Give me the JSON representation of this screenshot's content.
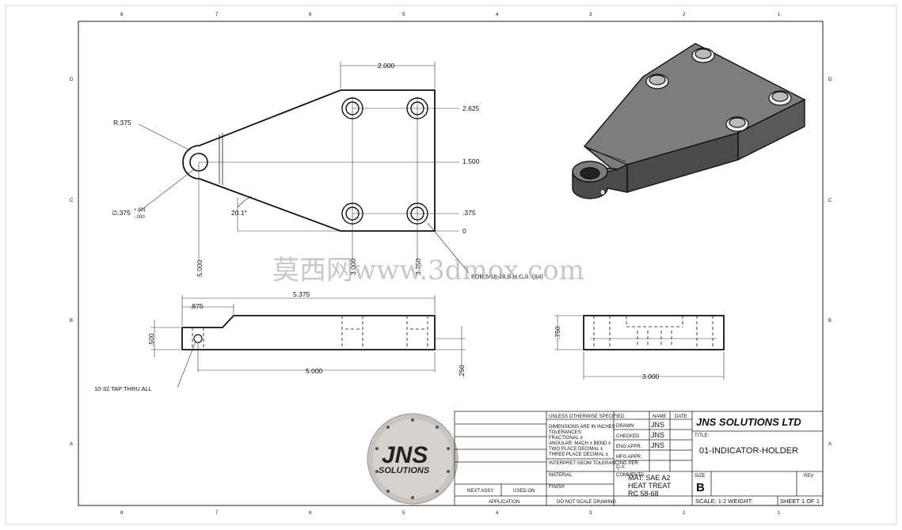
{
  "border": {
    "top_cols": [
      "8",
      "7",
      "6",
      "5",
      "4",
      "3",
      "2",
      "1"
    ],
    "side_rows": [
      "D",
      "C",
      "B",
      "A"
    ]
  },
  "dims": {
    "width_top": "2.000",
    "radius": "R.375",
    "y_2625": "2.625",
    "y_1500": "1.500",
    "y_375": ".375",
    "y_0": "0",
    "hole_dia": "∅.375",
    "hole_tol_plus": "+.001",
    "hole_tol_minus": "-.000",
    "angle": "20.1°",
    "x_5000_v": "5.000",
    "x_3000_v": "3.000",
    "x_3750_v": "3.750",
    "shcs_note": "FOR 5/16-18 S.H.C.S. (X4)",
    "front_overall": "5.375",
    "front_875": ".875",
    "front_500": ".500",
    "front_5000": "5.000",
    "front_250": ".250",
    "tap_note": "10-32 TAP THRU ALL",
    "side_750": ".750",
    "side_3000": "3.000"
  },
  "watermark": "莫西网www.3dmox.com",
  "logo": {
    "line1": "JNS",
    "line2": "SOLUTIONS"
  },
  "title_block": {
    "unless": "UNLESS OTHERWISE SPECIFIED:",
    "tol_lines": [
      "DIMENSIONS ARE IN INCHES",
      "TOLERANCES:",
      "FRACTIONAL ±",
      "ANGULAR: MACH ±  BEND ±",
      "TWO PLACE DECIMAL   ±",
      "THREE PLACE DECIMAL  ±"
    ],
    "interpret": "INTERPRET GEOM TOLERANCING PER:",
    "material": "MATERIAL",
    "finish": "FINISH",
    "next_assy": "NEXT ASSY",
    "used_on": "USED ON",
    "application": "APPLICATION",
    "do_not_scale": "DO NOT SCALE DRAWING",
    "col_name": "NAME",
    "col_date": "DATE",
    "drawn": "DRAWN",
    "checked": "CHECKED",
    "eng_appr": "ENG APPR.",
    "mfg_appr": "MFG APPR.",
    "qa": "Q.A.",
    "comments": "COMMENTS:",
    "drawn_by": "JNS",
    "checked_by": "JNS",
    "eng_by": "JNS",
    "mat_lines": [
      "MAT: SAE A2",
      "HEAT TREAT",
      "RC 58-68"
    ],
    "company": "JNS SOLUTIONS LTD",
    "title_label": "TITLE:",
    "part_name": "01-INDICATOR-HOLDER",
    "size_label": "SIZE",
    "size": "B",
    "rev_label": "REV",
    "scale": "SCALE: 1:2  WEIGHT:",
    "sheet": "SHEET 1 OF 1"
  }
}
